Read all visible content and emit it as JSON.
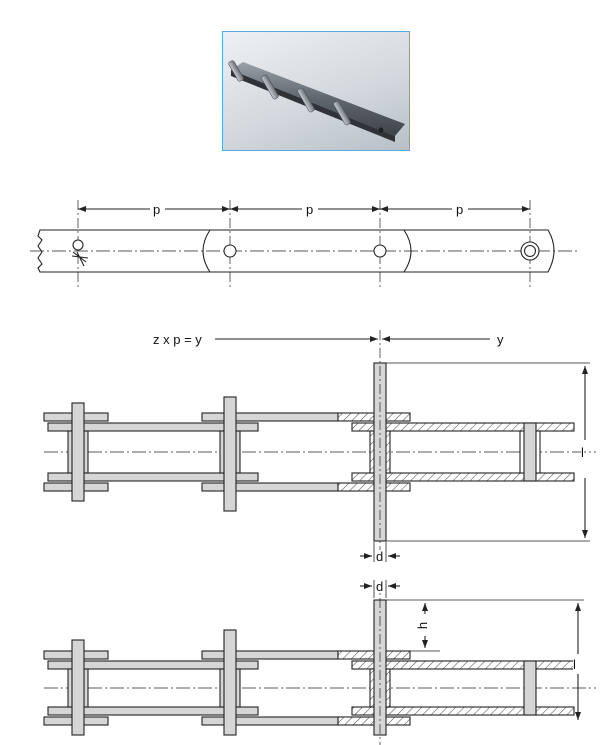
{
  "labels": {
    "pitch": "p",
    "formula": "z x p = y",
    "y": "y",
    "l": "l",
    "d": "d",
    "h": "h"
  },
  "icons": {
    "photo": "chain-photo-icon",
    "cotter": "cotter-pin-icon"
  },
  "colors": {
    "line": "#222222",
    "fill": "#d6d6d6",
    "photo_border": "#5aa9dd",
    "hatch": "#555555"
  }
}
